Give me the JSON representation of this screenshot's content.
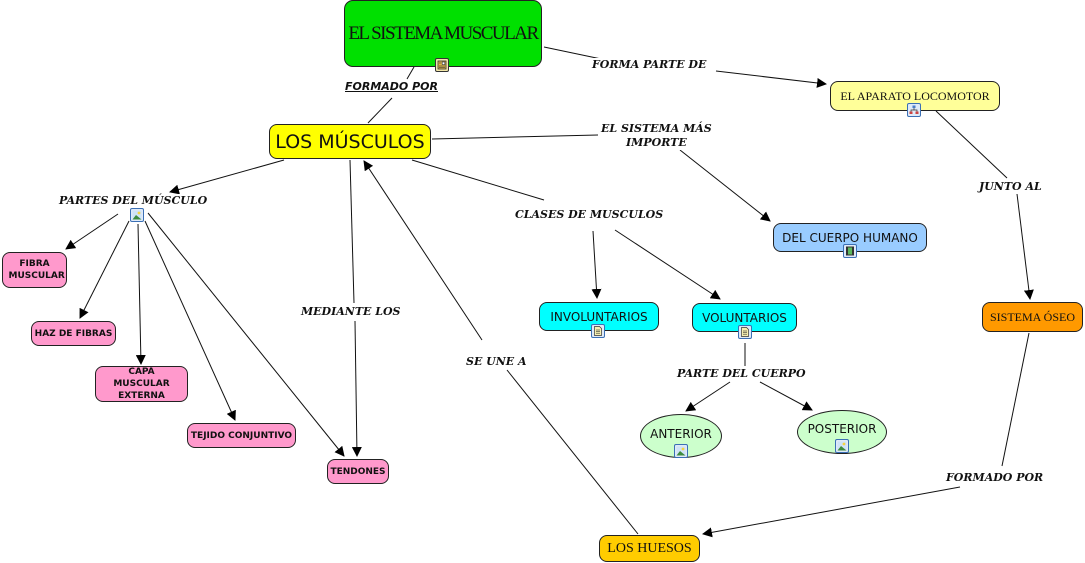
{
  "map_title": "EL SISTEMA MUSCULAR",
  "colors": {
    "green": "#00e000",
    "yellow": "#ffff00",
    "pale_yellow": "#ffff99",
    "pink": "#ff99cc",
    "cyan": "#00ffff",
    "blue": "#99ccff",
    "orange": "#ff9900",
    "gold": "#ffcc00",
    "pale_green": "#ccffcc"
  },
  "concepts": {
    "sistema_muscular": "EL SISTEMA MUSCULAR",
    "musculos": "LOS MÚSCULOS",
    "aparato_locomotor": "EL APARATO LOCOMOTOR",
    "cuerpo_humano": "DEL CUERPO HUMANO",
    "fibra_muscular": "FIBRA MUSCULAR",
    "haz_fibras": "HAZ DE FIBRAS",
    "capa_muscular": "CAPA MUSCULAR EXTERNA",
    "tejido_conjuntivo": "TEJIDO CONJUNTIVO",
    "tendones": "TENDONES",
    "involuntarios": "INVOLUNTARIOS",
    "voluntarios": "VOLUNTARIOS",
    "anterior": "ANTERIOR",
    "posterior": "POSTERIOR",
    "sistema_oseo": "SISTEMA ÓSEO",
    "huesos": "LOS HUESOS"
  },
  "linking_phrases": {
    "formado_por_1": "FORMADO POR",
    "forma_parte_de": "FORMA PARTE DE",
    "sistema_mas_importe_1": "EL SISTEMA MÁS",
    "sistema_mas_importe_2": "IMPORTE",
    "partes_musculo": "PARTES DEL MÚSCULO",
    "clases_musculos": "CLASES DE MUSCULOS",
    "mediante_los": "MEDIANTE LOS",
    "se_une_a": "SE UNE A",
    "junto_al": "JUNTO AL",
    "parte_cuerpo": "PARTE DEL CUERPO",
    "formado_por_2": "FORMADO POR"
  },
  "resource_icons": {
    "sistema_muscular": "web-page-icon",
    "aparato_locomotor": "concept-map-icon",
    "partes_musculo": "image-icon",
    "cuerpo_humano": "video-icon",
    "involuntarios": "text-document-icon",
    "voluntarios": "text-document-icon",
    "anterior": "image-icon",
    "posterior": "image-icon"
  }
}
